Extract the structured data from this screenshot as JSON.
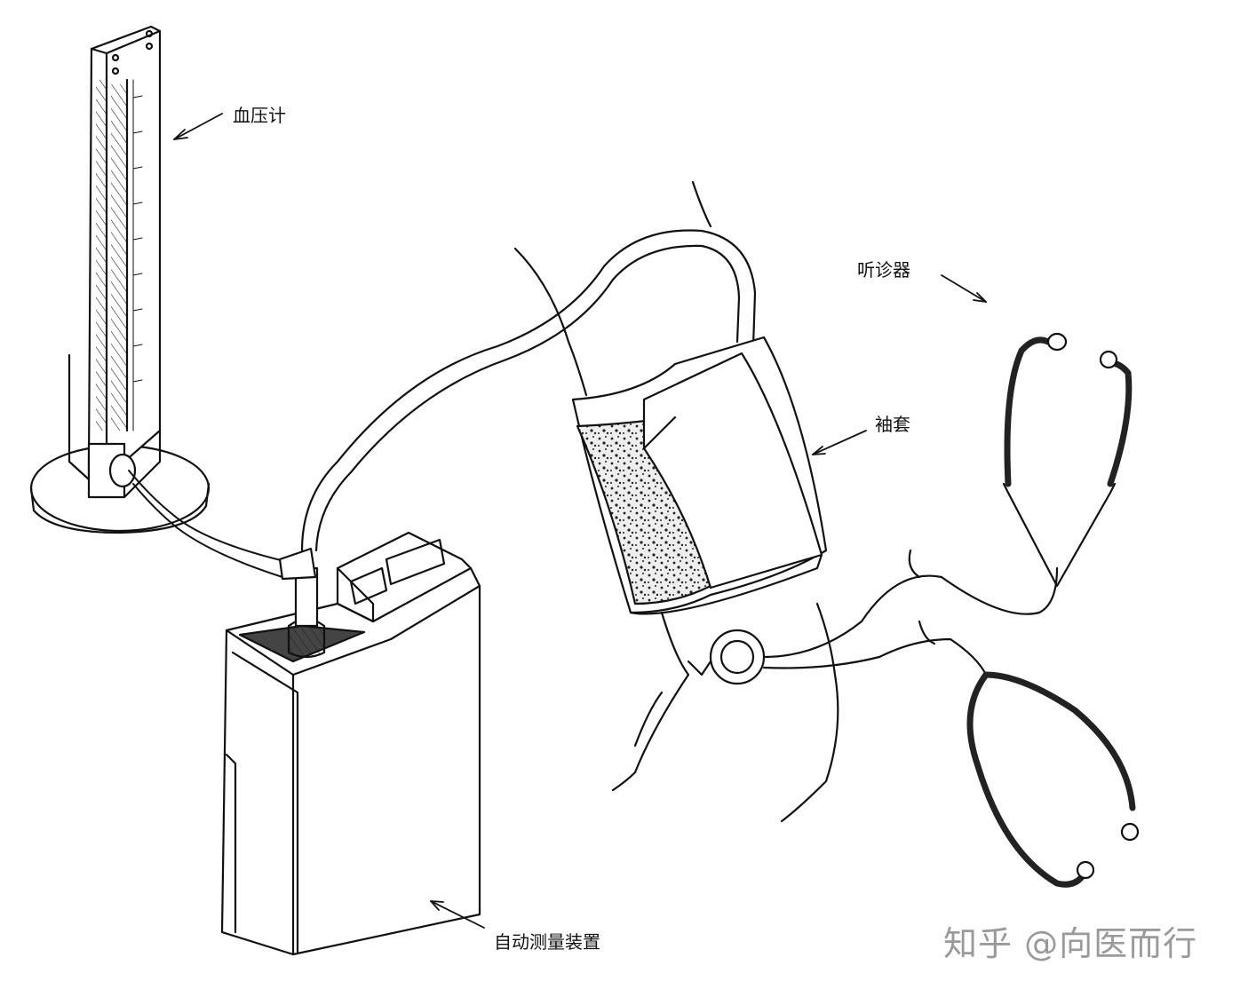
{
  "labels": {
    "sphygmomanometer": "血压计",
    "stethoscope": "听诊器",
    "cuff": "袖套",
    "automatic_device": "自动测量装置"
  },
  "watermark": "知乎 @向医而行",
  "colors": {
    "line": "#111111",
    "watermark": "#9a9a9a"
  }
}
